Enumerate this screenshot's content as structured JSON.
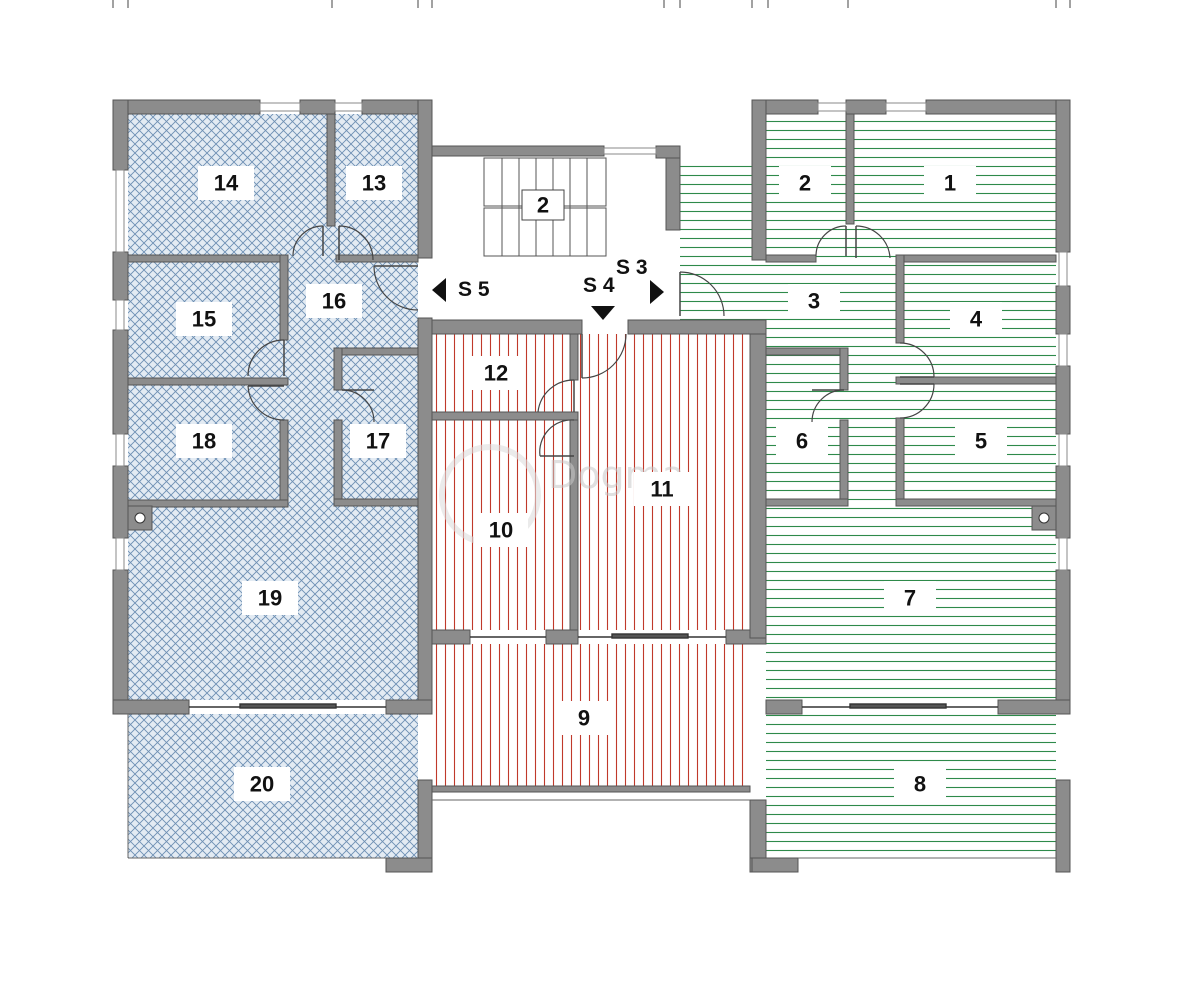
{
  "plan": {
    "colors": {
      "zone_blue": "#6d8fb3",
      "zone_blue_bg": "#e3ebf3",
      "zone_green": "#2e8a4a",
      "zone_green_bg": "#ffffff",
      "zone_red": "#c0392b",
      "zone_red_bg": "#ffffff",
      "wall": "#8c8c8c"
    },
    "zones": [
      {
        "id": "apartment-left",
        "pattern": "blue-crosshatch"
      },
      {
        "id": "apartment-middle",
        "pattern": "red-vertical-lines"
      },
      {
        "id": "apartment-right",
        "pattern": "green-horizontal-lines"
      }
    ],
    "rooms": [
      {
        "num": "1"
      },
      {
        "num": "2"
      },
      {
        "num": "3"
      },
      {
        "num": "4"
      },
      {
        "num": "5"
      },
      {
        "num": "6"
      },
      {
        "num": "7"
      },
      {
        "num": "8"
      },
      {
        "num": "9"
      },
      {
        "num": "10"
      },
      {
        "num": "11"
      },
      {
        "num": "12"
      },
      {
        "num": "13"
      },
      {
        "num": "14"
      },
      {
        "num": "15"
      },
      {
        "num": "16"
      },
      {
        "num": "17"
      },
      {
        "num": "18"
      },
      {
        "num": "19"
      },
      {
        "num": "20"
      },
      {
        "num": "2"
      }
    ],
    "entrances": [
      {
        "label": "S 3",
        "arrow": "right-arrow-icon"
      },
      {
        "label": "S 4",
        "arrow": "down-arrow-icon"
      },
      {
        "label": "S 5",
        "arrow": "left-arrow-icon"
      }
    ],
    "watermark": "Dogma"
  }
}
